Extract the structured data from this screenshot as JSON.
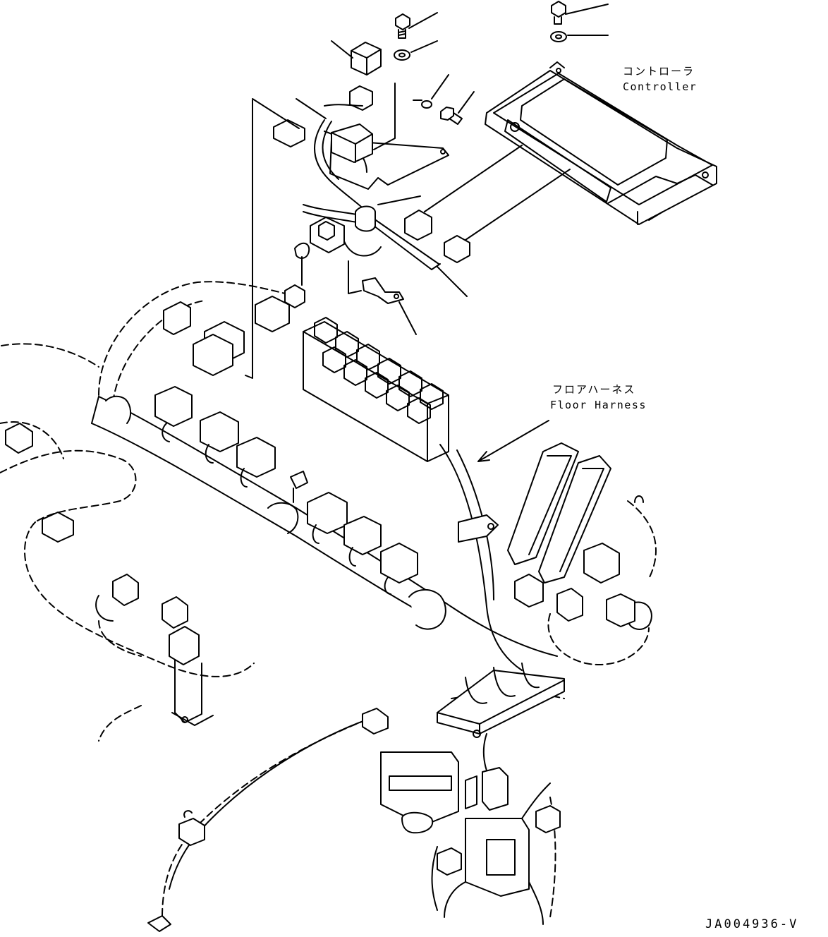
{
  "labels": {
    "controller_jp": "コントローラ",
    "controller_en": "Controller",
    "floor_harness_jp": "フロアハーネス",
    "floor_harness_en": "Floor Harness",
    "document_id": "JA004936-V"
  },
  "colors": {
    "line": "#000000",
    "background": "#ffffff"
  }
}
